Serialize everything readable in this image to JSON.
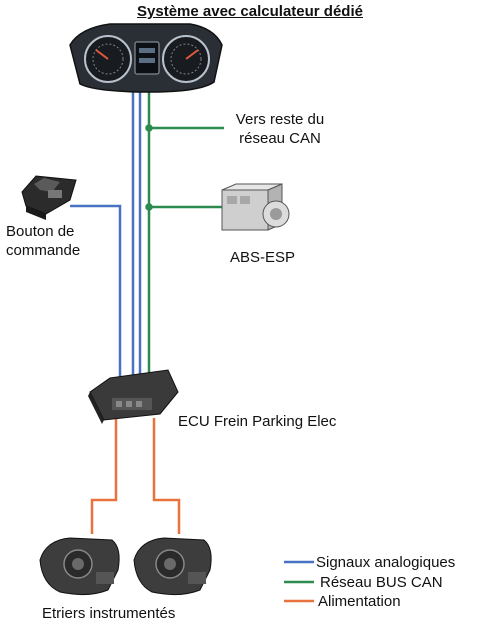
{
  "title": "Système avec calculateur dédié",
  "labels": {
    "can_rest": [
      "Vers reste du",
      "réseau CAN"
    ],
    "button": [
      "Bouton de",
      "commande"
    ],
    "abs": "ABS-ESP",
    "ecu": "ECU Frein Parking Elec",
    "calipers": "Etriers instrumentés"
  },
  "legend": [
    {
      "label": "Signaux analogiques",
      "color": "#4a72c4"
    },
    {
      "label": "Réseau BUS CAN",
      "color": "#2e8b4f"
    },
    {
      "label": "Alimentation",
      "color": "#e8733c"
    }
  ],
  "colors": {
    "analog": "#4a72c4",
    "can": "#2e8b4f",
    "power": "#e8733c"
  }
}
